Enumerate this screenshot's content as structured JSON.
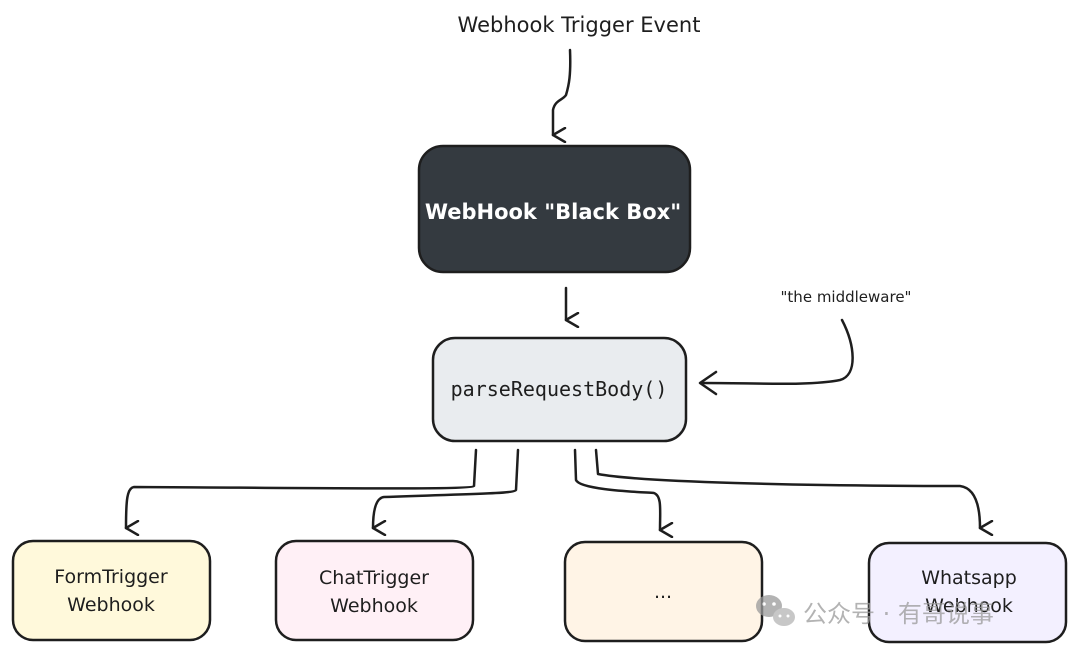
{
  "title": "Webhook Trigger Event",
  "black_box": {
    "label": "WebHook \"Black Box\"",
    "fill": "#343a40"
  },
  "parse_box": {
    "label": "parseRequestBody()",
    "fill": "#e9ecef"
  },
  "annotation": "\"the middleware\"",
  "children": [
    {
      "line1": "FormTrigger",
      "line2": "Webhook",
      "fill": "#fff9db"
    },
    {
      "line1": "ChatTrigger",
      "line2": "Webhook",
      "fill": "#fff0f6"
    },
    {
      "line1": "...",
      "line2": "",
      "fill": "#fff4e6"
    },
    {
      "line1": "Whatsapp",
      "line2": "Webhook",
      "fill": "#f3f0ff"
    }
  ],
  "watermark": {
    "text": "公众号 · 有哥说事",
    "icon": "wechat-icon"
  }
}
